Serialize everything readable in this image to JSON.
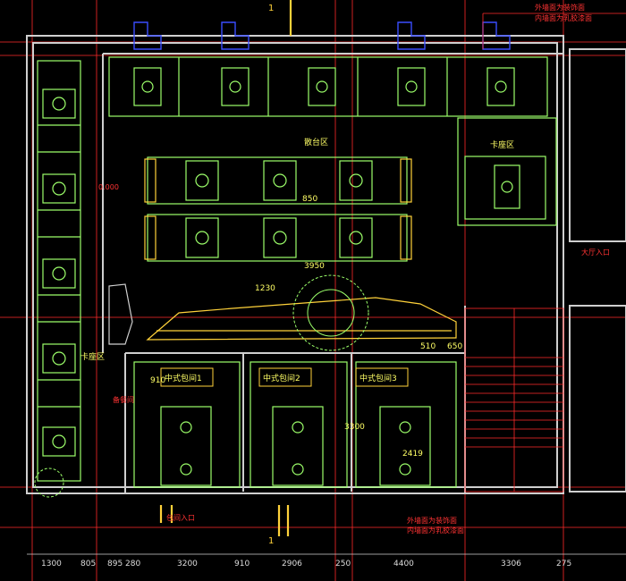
{
  "colors": {
    "background": "#000000",
    "wall": "#cfcfcf",
    "furniture": "#9cff6a",
    "accent_red": "#ff2a2a",
    "accent_yellow": "#ffd23a",
    "accent_orange": "#ff9a2a",
    "accent_blue": "#3a4dff",
    "dim_text": "#dddddd"
  },
  "labels": {
    "section_marker_top": "1",
    "section_marker_bottom": "1",
    "note_top_right_1": "外墙面为装饰面",
    "note_top_right_2": "内墙面为乳胶漆面",
    "zone_center": "散台区",
    "zone_right": "卡座区",
    "zone_left": "卡座区",
    "zone_left_small": "备餐间",
    "room_1": "中式包间1",
    "room_2": "中式包间2",
    "room_3": "中式包间3",
    "bottom_center_label": "包间入口",
    "bottom_right_note_1": "外墙面为装饰面",
    "bottom_right_note_2": "内墙面为乳胶漆面",
    "right_small_label": "大厅入口",
    "vertical_dim_1": "3950",
    "vertical_dim_2": "1230",
    "vertical_dim_3": "2419",
    "vertical_dim_4": "3300",
    "small_dim_910": "910",
    "small_dim_850": "850",
    "small_dim_510": "510",
    "small_dim_650": "650",
    "level_mark": "0.000"
  },
  "dimensions_bottom": [
    "1300",
    "805",
    "895",
    "280",
    "3200",
    "910",
    "2906",
    "250",
    "4400",
    "3306",
    "275"
  ]
}
